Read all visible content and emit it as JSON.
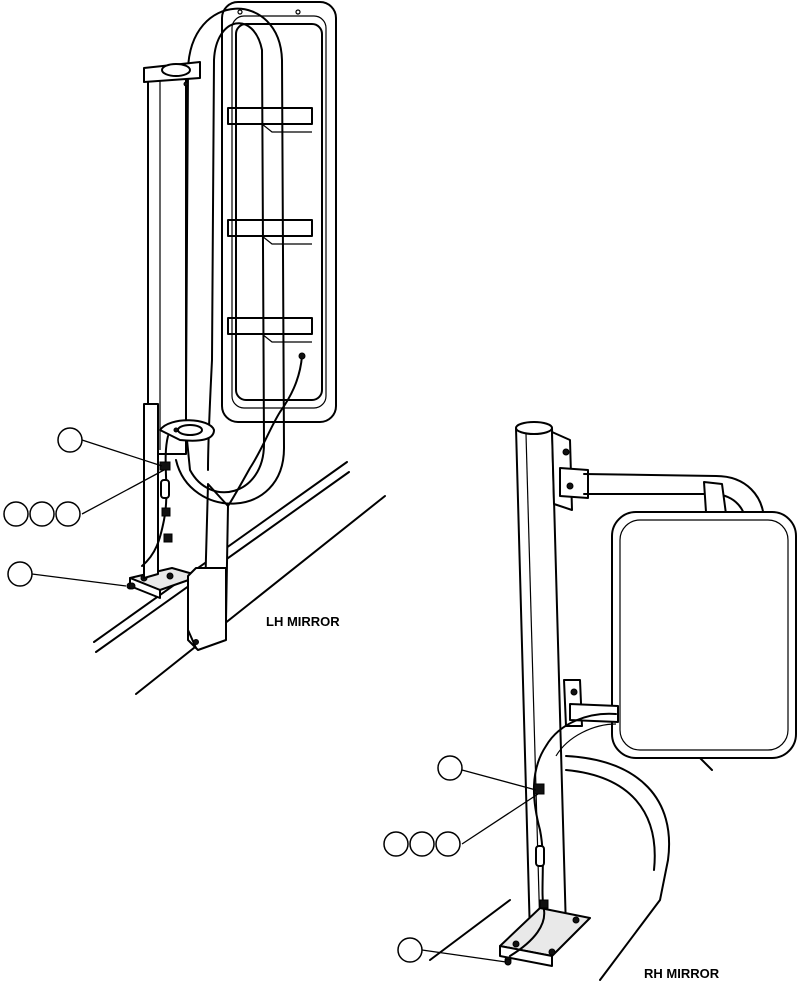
{
  "captions": {
    "lh": "LH MIRROR",
    "rh": "RH MIRROR"
  },
  "callouts": {
    "lh": [
      {
        "name": "lh-callout-upper",
        "label": ""
      },
      {
        "name": "lh-callout-triple-1",
        "label": ""
      },
      {
        "name": "lh-callout-triple-2",
        "label": ""
      },
      {
        "name": "lh-callout-triple-3",
        "label": ""
      },
      {
        "name": "lh-callout-lower",
        "label": ""
      }
    ],
    "rh": [
      {
        "name": "rh-callout-upper",
        "label": ""
      },
      {
        "name": "rh-callout-triple-1",
        "label": ""
      },
      {
        "name": "rh-callout-triple-2",
        "label": ""
      },
      {
        "name": "rh-callout-triple-3",
        "label": ""
      },
      {
        "name": "rh-callout-lower",
        "label": ""
      }
    ]
  }
}
